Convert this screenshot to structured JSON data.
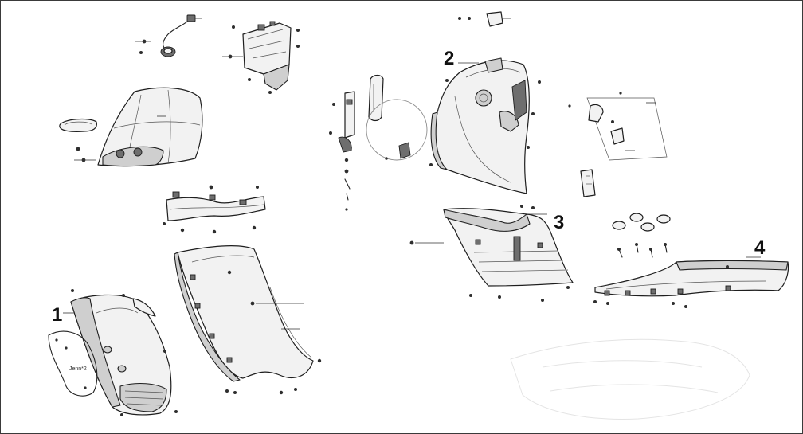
{
  "callouts": {
    "part1": "1",
    "part2": "2",
    "part3": "3",
    "part4": "4"
  },
  "sticker_text": "Jenn*2",
  "colors": {
    "line": "#222222",
    "panel_fill": "#f2f2f2",
    "panel_dark": "#6e6e6e",
    "background": "#ffffff"
  }
}
